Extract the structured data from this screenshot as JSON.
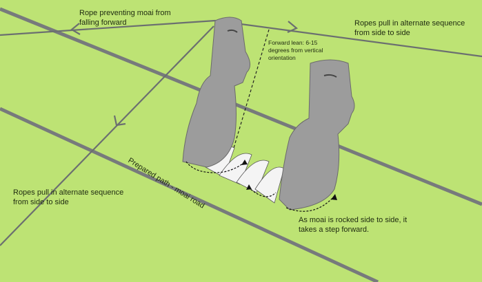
{
  "labels": {
    "rope_forward": [
      "Rope preventing moai from",
      "falling forward"
    ],
    "ropes_right": [
      "Ropes pull in alternate sequence",
      "from side to side"
    ],
    "forward_lean": [
      "Forward lean: 6-15",
      "degrees from vertical",
      "orientation"
    ],
    "ropes_left": [
      "Ropes pull in alternate sequence",
      "from side to side"
    ],
    "path": "Prepared path - moai road",
    "rocking": [
      "As moai is rocked side to side, it",
      "takes a step forward."
    ]
  },
  "colors": {
    "ground": "#bde374",
    "road": "#777a7c",
    "rope": "#6b6f70",
    "moai": "#9a9a9a"
  }
}
